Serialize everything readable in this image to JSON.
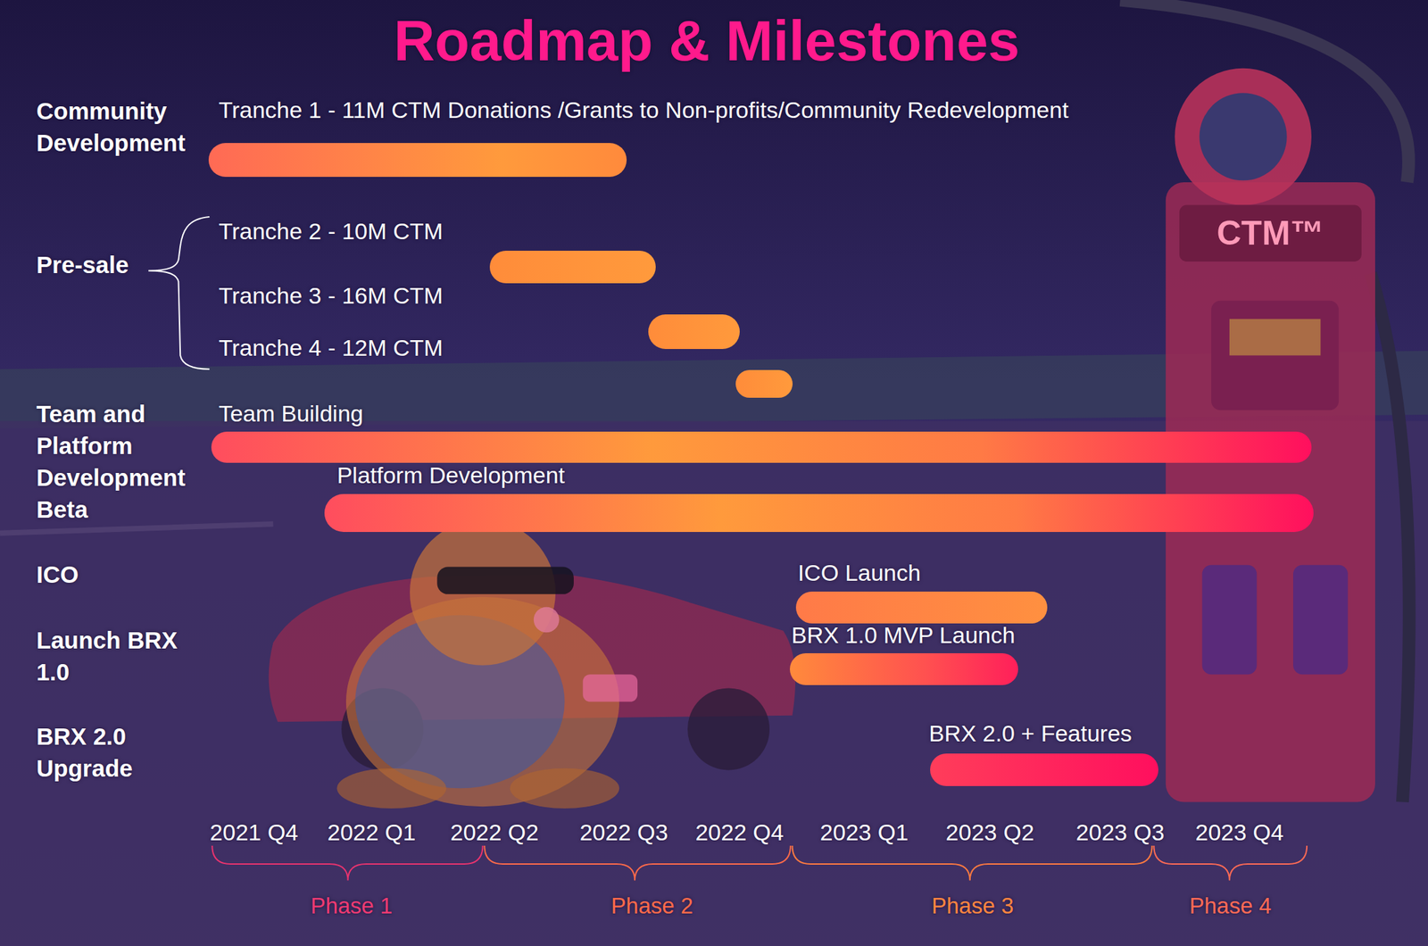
{
  "diagram": {
    "title": "Roadmap & Milestones",
    "nodes": [
      {
        "text": [
          "Tranche 1 - 11M CTM Donations /Grants to Non-profits/Community Redevelopment"
        ]
      },
      {
        "text": [
          "Tranche 2 - 10M CTM"
        ]
      },
      {
        "text": [
          "Tranche 3 - 16M CTM"
        ]
      },
      {
        "text": [
          "Tranche 4 - 12M CTM"
        ]
      },
      {
        "text": [
          "Team Building"
        ]
      },
      {
        "text": [
          "Platform Development"
        ]
      },
      {
        "text": [
          "ICO Launch"
        ]
      },
      {
        "text": [
          "BRX 1.0 MVP Launch"
        ]
      },
      {
        "text": [
          "BRX 2.0 + Features"
        ]
      }
    ],
    "labels": [
      "Community Development",
      "Pre-sale",
      "Team and Platform Development Beta",
      "ICO",
      "Launch BRX 1.0",
      "BRX 2.0 Upgrade",
      "2021 Q4",
      "2022 Q1",
      "2022 Q2",
      "2022 Q3",
      "2022 Q4",
      "2023 Q1",
      "2023 Q2",
      "2023 Q3",
      "2023 Q4",
      "Phase 1",
      "Phase 2",
      "Phase 3",
      "Phase 4",
      "CTM™"
    ]
  }
}
